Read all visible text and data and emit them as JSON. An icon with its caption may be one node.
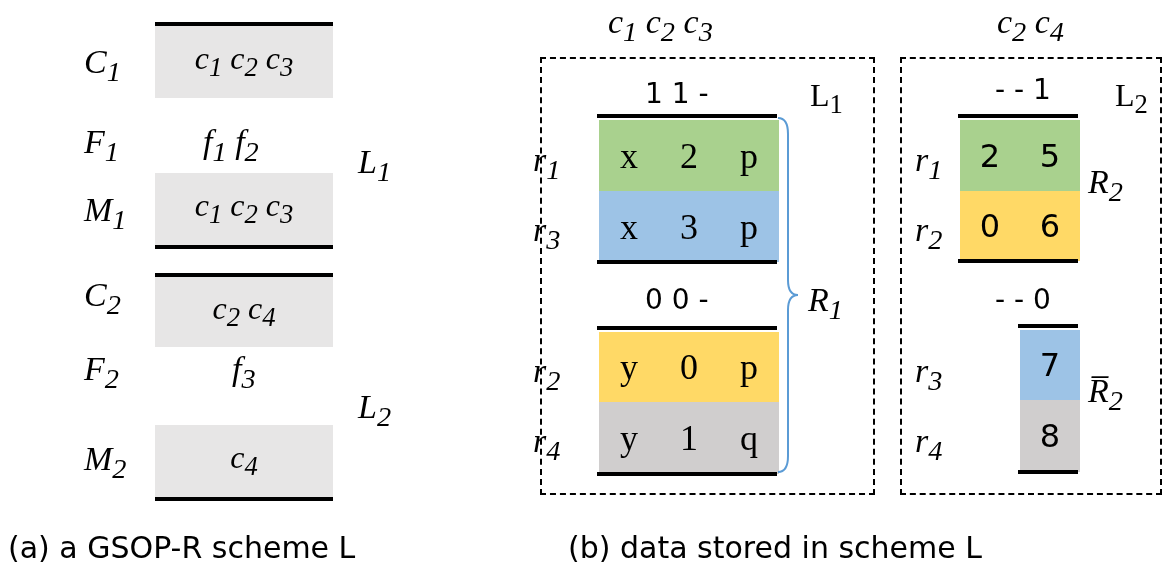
{
  "diagram": {
    "nodes": [
      {
        "text": [
          "c$_{1}$ c$_{2}$ c$_{3}$"
        ]
      },
      {
        "text": [
          "c$_{1}$ c$_{2}$ c$_{3}$"
        ]
      },
      {
        "text": [
          "c$_{2}$ c$_{4}$"
        ]
      },
      {
        "text": [
          "c$_{4}$"
        ]
      },
      {
        "text": [
          "L$_{1}$"
        ]
      },
      {
        "text": [
          "x",
          "2",
          "p"
        ],
        "in": 4
      },
      {
        "text": [
          "x",
          "3",
          "p"
        ],
        "in": 4
      },
      {
        "text": [
          "y",
          "0",
          "p"
        ],
        "in": 4
      },
      {
        "text": [
          "y",
          "1",
          "q"
        ],
        "in": 4
      },
      {
        "text": [
          "L$_{2}$"
        ]
      },
      {
        "text": [
          "2",
          "5"
        ],
        "in": 9
      },
      {
        "text": [
          "0",
          "6"
        ],
        "in": 9
      },
      {
        "text": [
          "7"
        ],
        "in": 9
      },
      {
        "text": [
          "8"
        ],
        "in": 9
      }
    ],
    "edges": [],
    "labels": [
      "C$_{1}$",
      "F$_{1}$",
      "f$_{1}$ f$_{2}$",
      "L$_{1}$",
      "M$_{1}$",
      "C$_{2}$",
      "F$_{2}$",
      "f$_{3}$",
      "L$_{2}$",
      "M$_{2}$",
      "c$_{1}$ c$_{2}$ c$_{3}$",
      "c$_{2}$ c$_{4}$",
      "1 1 -",
      "r$_{1}$",
      "r$_{3}$",
      "R$_{1}$",
      "0 0 -",
      "r$_{2}$",
      "r$_{4}$",
      "- - 1",
      "r$_{1}$",
      "R$_{2}$",
      "r$_{2}$",
      "- - 0",
      "r$_{3}$",
      "R̅$_{2}$",
      "r$_{4}$",
      "(a) a GSOP-R scheme L",
      "(b) data stored in scheme L"
    ]
  }
}
